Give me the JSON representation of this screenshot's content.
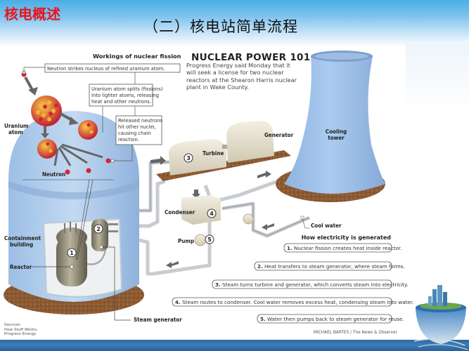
{
  "header": {
    "section_title": "核电概述",
    "slide_title": "（二）核电站简单流程"
  },
  "fission": {
    "title": "Workings of nuclear fission",
    "box1": "Neutron strikes nucleus of refined uranium atom.",
    "box2_lines": [
      "Uranium atom splits (fissions)",
      "into lighter atoms, releasing",
      "heat and other neutrons."
    ],
    "box3_lines": [
      "Released neutrons",
      "hit other nuclei,",
      "causing chain",
      "reaction."
    ],
    "uranium_atom_lines": [
      "Uranium",
      "atom"
    ],
    "neutron": "Neutron"
  },
  "nuclear_power_101": {
    "title": "NUCLEAR POWER 101",
    "body": "Progress Energy said Monday that it will seek a license for two nuclear reactors at the Shearon Harris nuclear plant in Wake County."
  },
  "labels": {
    "containment_lines": [
      "Containment",
      "building"
    ],
    "reactor": "Reactor",
    "steam_generator": "Steam generator",
    "turbine": "Turbine",
    "generator": "Generator",
    "condenser": "Condenser",
    "pump": "Pump",
    "cooling_tower_lines": [
      "Cooling",
      "tower"
    ],
    "cool_water": "Cool water"
  },
  "markers": [
    "1",
    "2",
    "3",
    "4",
    "5"
  ],
  "steps": {
    "title": "How electricity is generated",
    "items": [
      {
        "num": "1.",
        "text": "Nuclear fission creates heat inside reactor."
      },
      {
        "num": "2.",
        "text": "Heat transfers to steam generator, where steam forms."
      },
      {
        "num": "3.",
        "text": "Steam turns turbine and generator, which converts steam into electricity."
      },
      {
        "num": "4.",
        "text": "Steam routes to condenser. Cool water removes excess heat, condensing steam into water."
      },
      {
        "num": "5.",
        "text": "Water then pumps back to steam generator for reuse."
      }
    ]
  },
  "sources": [
    "Sources:",
    "How Stuff Works,",
    "Progress Energy"
  ],
  "credit": "MICHAEL BARTES / The News & Observer",
  "colors": {
    "section_title": "#e8141c",
    "header_top": "#4aaee6",
    "containment_blue": "#a9c8ea",
    "tower_blue": "#9fc2ea",
    "atom_red": "#d62a3a",
    "atom_yellow": "#f2b82a",
    "equipment_cream": "#e6e1cf",
    "base_brown": "#8a5a34",
    "footer_band": "#2b67a4"
  }
}
